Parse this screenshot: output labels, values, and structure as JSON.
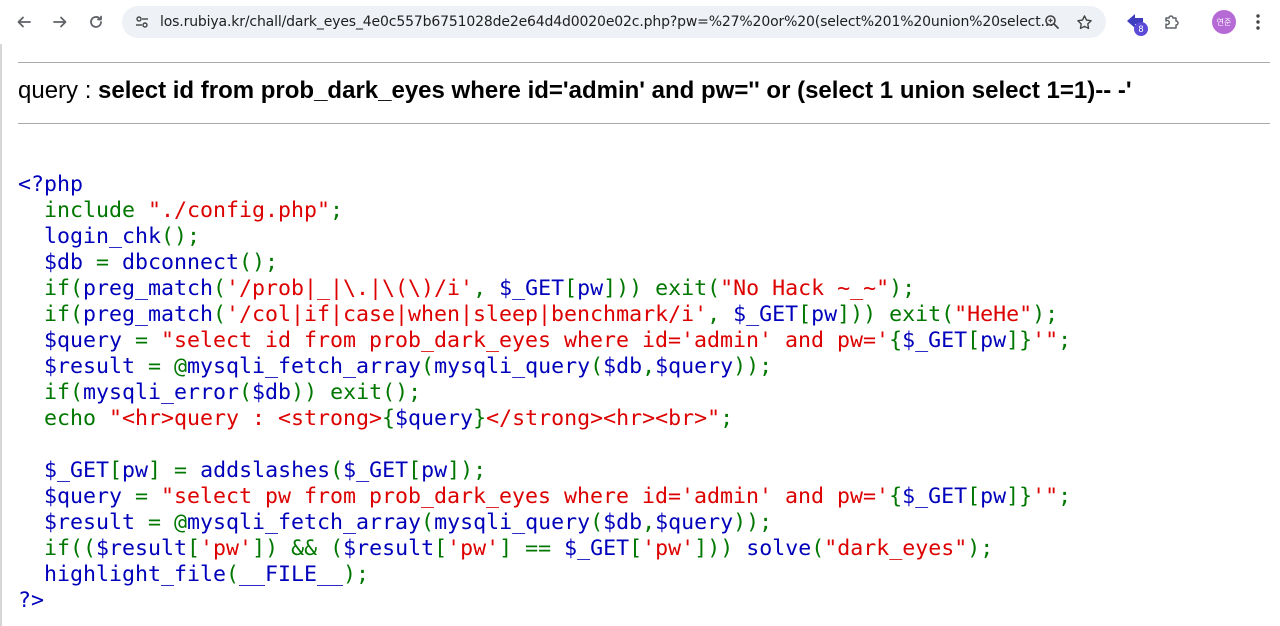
{
  "browser": {
    "url_host": "los.rubiya.kr",
    "url_rest": "/chall/dark_eyes_4e0c557b6751028de2e64d4d0020e02c.php?pw=%27%20or%20(select%201%20union%20select...",
    "extension_badge_count": "8",
    "profile_initials": "연준",
    "icons": [
      "back-arrow-icon",
      "forward-arrow-icon",
      "reload-icon",
      "site-info-icon",
      "zoom-icon",
      "bookmark-star-icon",
      "extension-icon",
      "puzzle-icon",
      "profile-avatar",
      "more-menu-icon"
    ]
  },
  "page": {
    "query_label": "query : ",
    "query_text": "select id from prob_dark_eyes where id='admin' and pw='' or (select 1 union select 1=1)-- -'"
  },
  "colors": {
    "php_default": "#0000bb",
    "php_keyword": "#007700",
    "php_string": "#dd0000"
  },
  "code_lines": [
    [
      [
        "d",
        "<?php"
      ]
    ],
    [
      [
        "k",
        "  include "
      ],
      [
        "s",
        "\"./config.php\""
      ],
      [
        "k",
        ";"
      ]
    ],
    [
      [
        "d",
        "  login_chk"
      ],
      [
        "k",
        "();"
      ]
    ],
    [
      [
        "d",
        "  $db "
      ],
      [
        "k",
        "= "
      ],
      [
        "d",
        "dbconnect"
      ],
      [
        "k",
        "();"
      ]
    ],
    [
      [
        "k",
        "  if("
      ],
      [
        "d",
        "preg_match"
      ],
      [
        "k",
        "("
      ],
      [
        "s",
        "'/prob|_|\\.|\\(\\)/i'"
      ],
      [
        "k",
        ", "
      ],
      [
        "d",
        "$_GET"
      ],
      [
        "k",
        "["
      ],
      [
        "d",
        "pw"
      ],
      [
        "k",
        "])) exit("
      ],
      [
        "s",
        "\"No Hack ~_~\""
      ],
      [
        "k",
        ");"
      ]
    ],
    [
      [
        "k",
        "  if("
      ],
      [
        "d",
        "preg_match"
      ],
      [
        "k",
        "("
      ],
      [
        "s",
        "'/col|if|case|when|sleep|benchmark/i'"
      ],
      [
        "k",
        ", "
      ],
      [
        "d",
        "$_GET"
      ],
      [
        "k",
        "["
      ],
      [
        "d",
        "pw"
      ],
      [
        "k",
        "])) exit("
      ],
      [
        "s",
        "\"HeHe\""
      ],
      [
        "k",
        ");"
      ]
    ],
    [
      [
        "d",
        "  $query "
      ],
      [
        "k",
        "= "
      ],
      [
        "s",
        "\"select id from prob_dark_eyes where id='admin' and pw='"
      ],
      [
        "k",
        "{"
      ],
      [
        "d",
        "$_GET"
      ],
      [
        "k",
        "["
      ],
      [
        "d",
        "pw"
      ],
      [
        "k",
        "]}"
      ],
      [
        "s",
        "'\""
      ],
      [
        "k",
        ";"
      ]
    ],
    [
      [
        "d",
        "  $result "
      ],
      [
        "k",
        "= @"
      ],
      [
        "d",
        "mysqli_fetch_array"
      ],
      [
        "k",
        "("
      ],
      [
        "d",
        "mysqli_query"
      ],
      [
        "k",
        "("
      ],
      [
        "d",
        "$db"
      ],
      [
        "k",
        ","
      ],
      [
        "d",
        "$query"
      ],
      [
        "k",
        "));"
      ]
    ],
    [
      [
        "k",
        "  if("
      ],
      [
        "d",
        "mysqli_error"
      ],
      [
        "k",
        "("
      ],
      [
        "d",
        "$db"
      ],
      [
        "k",
        ")) exit();"
      ]
    ],
    [
      [
        "k",
        "  echo "
      ],
      [
        "s",
        "\"<hr>query : <strong>"
      ],
      [
        "k",
        "{"
      ],
      [
        "d",
        "$query"
      ],
      [
        "k",
        "}"
      ],
      [
        "s",
        "</strong><hr><br>\""
      ],
      [
        "k",
        ";"
      ]
    ],
    [
      [
        "d",
        " "
      ]
    ],
    [
      [
        "d",
        "  $_GET"
      ],
      [
        "k",
        "["
      ],
      [
        "d",
        "pw"
      ],
      [
        "k",
        "] = "
      ],
      [
        "d",
        "addslashes"
      ],
      [
        "k",
        "("
      ],
      [
        "d",
        "$_GET"
      ],
      [
        "k",
        "["
      ],
      [
        "d",
        "pw"
      ],
      [
        "k",
        "]);"
      ]
    ],
    [
      [
        "d",
        "  $query "
      ],
      [
        "k",
        "= "
      ],
      [
        "s",
        "\"select pw from prob_dark_eyes where id='admin' and pw='"
      ],
      [
        "k",
        "{"
      ],
      [
        "d",
        "$_GET"
      ],
      [
        "k",
        "["
      ],
      [
        "d",
        "pw"
      ],
      [
        "k",
        "]}"
      ],
      [
        "s",
        "'\""
      ],
      [
        "k",
        ";"
      ]
    ],
    [
      [
        "d",
        "  $result "
      ],
      [
        "k",
        "= @"
      ],
      [
        "d",
        "mysqli_fetch_array"
      ],
      [
        "k",
        "("
      ],
      [
        "d",
        "mysqli_query"
      ],
      [
        "k",
        "("
      ],
      [
        "d",
        "$db"
      ],
      [
        "k",
        ","
      ],
      [
        "d",
        "$query"
      ],
      [
        "k",
        "));"
      ]
    ],
    [
      [
        "k",
        "  if(("
      ],
      [
        "d",
        "$result"
      ],
      [
        "k",
        "["
      ],
      [
        "s",
        "'pw'"
      ],
      [
        "k",
        "]) && ("
      ],
      [
        "d",
        "$result"
      ],
      [
        "k",
        "["
      ],
      [
        "s",
        "'pw'"
      ],
      [
        "k",
        "] == "
      ],
      [
        "d",
        "$_GET"
      ],
      [
        "k",
        "["
      ],
      [
        "s",
        "'pw'"
      ],
      [
        "k",
        "])) "
      ],
      [
        "d",
        "solve"
      ],
      [
        "k",
        "("
      ],
      [
        "s",
        "\"dark_eyes\""
      ],
      [
        "k",
        ");"
      ]
    ],
    [
      [
        "d",
        "  highlight_file"
      ],
      [
        "k",
        "("
      ],
      [
        "d",
        "__FILE__"
      ],
      [
        "k",
        ");"
      ]
    ],
    [
      [
        "d",
        "?>"
      ]
    ]
  ]
}
